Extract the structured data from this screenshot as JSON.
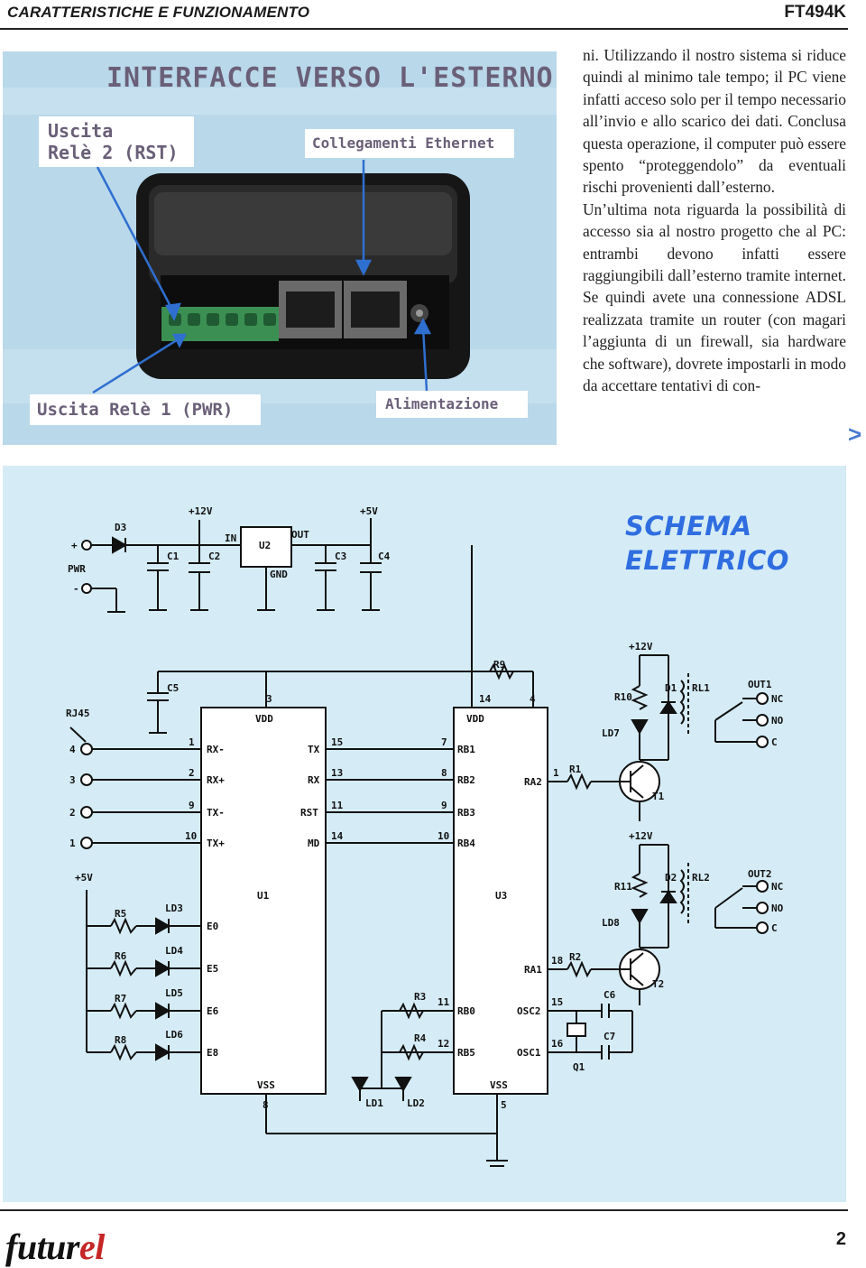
{
  "header": {
    "section": "CARATTERISTICHE E FUNZIONAMENTO",
    "code": "FT494K"
  },
  "photo": {
    "title": "INTERFACCE VERSO L'ESTERNO",
    "labels": {
      "rst_line1": "Uscita",
      "rst_line2": "Relè 2 (RST)",
      "ethernet": "Collegamenti Ethernet",
      "pwr": "Uscita Relè 1 (PWR)",
      "power": "Alimentazione"
    }
  },
  "body_text": [
    "ni. Utilizzando il nostro sistema si riduce quindi al minimo tale tempo; il PC viene infatti acceso solo per il tempo necessario all’invio e allo scarico dei dati. Conclusa questa operazione, il computer può essere spento “proteggendolo” da eventuali rischi provenienti dall’esterno.",
    "Un’ultima nota riguarda la possibilità di accesso sia al nostro progetto che al PC: entrambi devono infatti essere raggiungibili dall’esterno tramite internet. Se quindi avete una connessione ADSL realizzata tramite un router (con magari l’aggiunta di un firewall, sia hardware che software), dovrete impostarli in modo da accettare tentativi di con-"
  ],
  "continue_glyph": ">",
  "schema": {
    "title_line1": "SCHEMA",
    "title_line2": "ELETTRICO",
    "power": {
      "plus": "+",
      "pwr": "PWR",
      "minus": "-",
      "d3": "D3",
      "c1": "C1",
      "c2": "C2",
      "v12": "+12V",
      "in": "IN",
      "u2": "U2",
      "out": "OUT",
      "gnd": "GND",
      "v5": "+5V",
      "c3": "C3",
      "c4": "C4"
    },
    "u1": {
      "name": "U1",
      "vdd": "VDD",
      "vss": "VSS",
      "pin3": "3",
      "pin1": "1",
      "pin2": "2",
      "pin9": "9",
      "pin10": "10",
      "pin15": "15",
      "pin13": "13",
      "pin11": "11",
      "pin14": "14",
      "pin8": "8",
      "rxm": "RX-",
      "rxp": "RX+",
      "txm": "TX-",
      "txp": "TX+",
      "tx": "TX",
      "rx": "RX",
      "rst": "RST",
      "md": "MD",
      "e0": "E0",
      "e5": "E5",
      "e6": "E6",
      "e8": "E8"
    },
    "u3": {
      "name": "U3",
      "vdd": "VDD",
      "vss": "VSS",
      "pin14": "14",
      "pin4": "4",
      "pin7": "7",
      "pin8": "8",
      "pin9": "9",
      "pin10": "10",
      "pin1": "1",
      "pin18": "18",
      "pin11": "11",
      "pin12": "12",
      "pin15": "15",
      "pin16": "16",
      "pin5": "5",
      "rb1": "RB1",
      "rb2": "RB2",
      "rb3": "RB3",
      "rb4": "RB4",
      "ra2": "RA2",
      "ra1": "RA1",
      "rb0": "RB0",
      "rb5": "RB5",
      "osc2": "OSC2",
      "osc1": "OSC1"
    },
    "rj45": {
      "label": "RJ45",
      "p4": "4",
      "p3": "3",
      "p2": "2",
      "p1": "1",
      "v5": "+5V"
    },
    "leds": {
      "r5": "R5",
      "r6": "R6",
      "r7": "R7",
      "r8": "R8",
      "ld3": "LD3",
      "ld4": "LD4",
      "ld5": "LD5",
      "ld6": "LD6",
      "r3": "R3",
      "r4": "R4",
      "ld1": "LD1",
      "ld2": "LD2",
      "c5": "C5",
      "r9": "R9"
    },
    "relays": {
      "v12a": "+12V",
      "r10": "R10",
      "d1": "D1",
      "rl1": "RL1",
      "out1": "OUT1",
      "ld7": "LD7",
      "nc": "NC",
      "no": "NO",
      "c": "C",
      "r1": "R1",
      "t1": "T1",
      "v12b": "+12V",
      "r11": "R11",
      "d2": "D2",
      "rl2": "RL2",
      "out2": "OUT2",
      "ld8": "LD8",
      "r2": "R2",
      "t2": "T2",
      "c6": "C6",
      "c7": "C7",
      "q1": "Q1"
    }
  },
  "footer": {
    "logo_a": "futur",
    "logo_b": "el",
    "page": "2"
  }
}
